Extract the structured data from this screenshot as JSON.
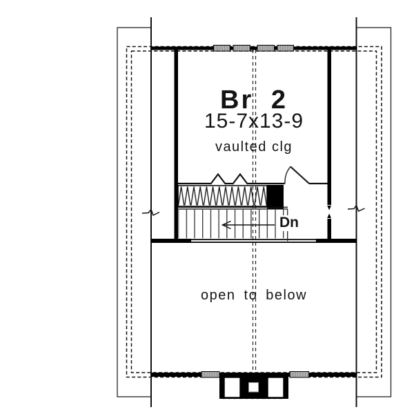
{
  "labels": {
    "room": "Br 2",
    "dimensions": "15-7x13-9",
    "ceiling": "vaulted clg",
    "stair_direction": "Dn",
    "open_area": "open to below"
  },
  "colors": {
    "line": "#000000",
    "background": "#ffffff",
    "window_fill": "#cccccc"
  }
}
